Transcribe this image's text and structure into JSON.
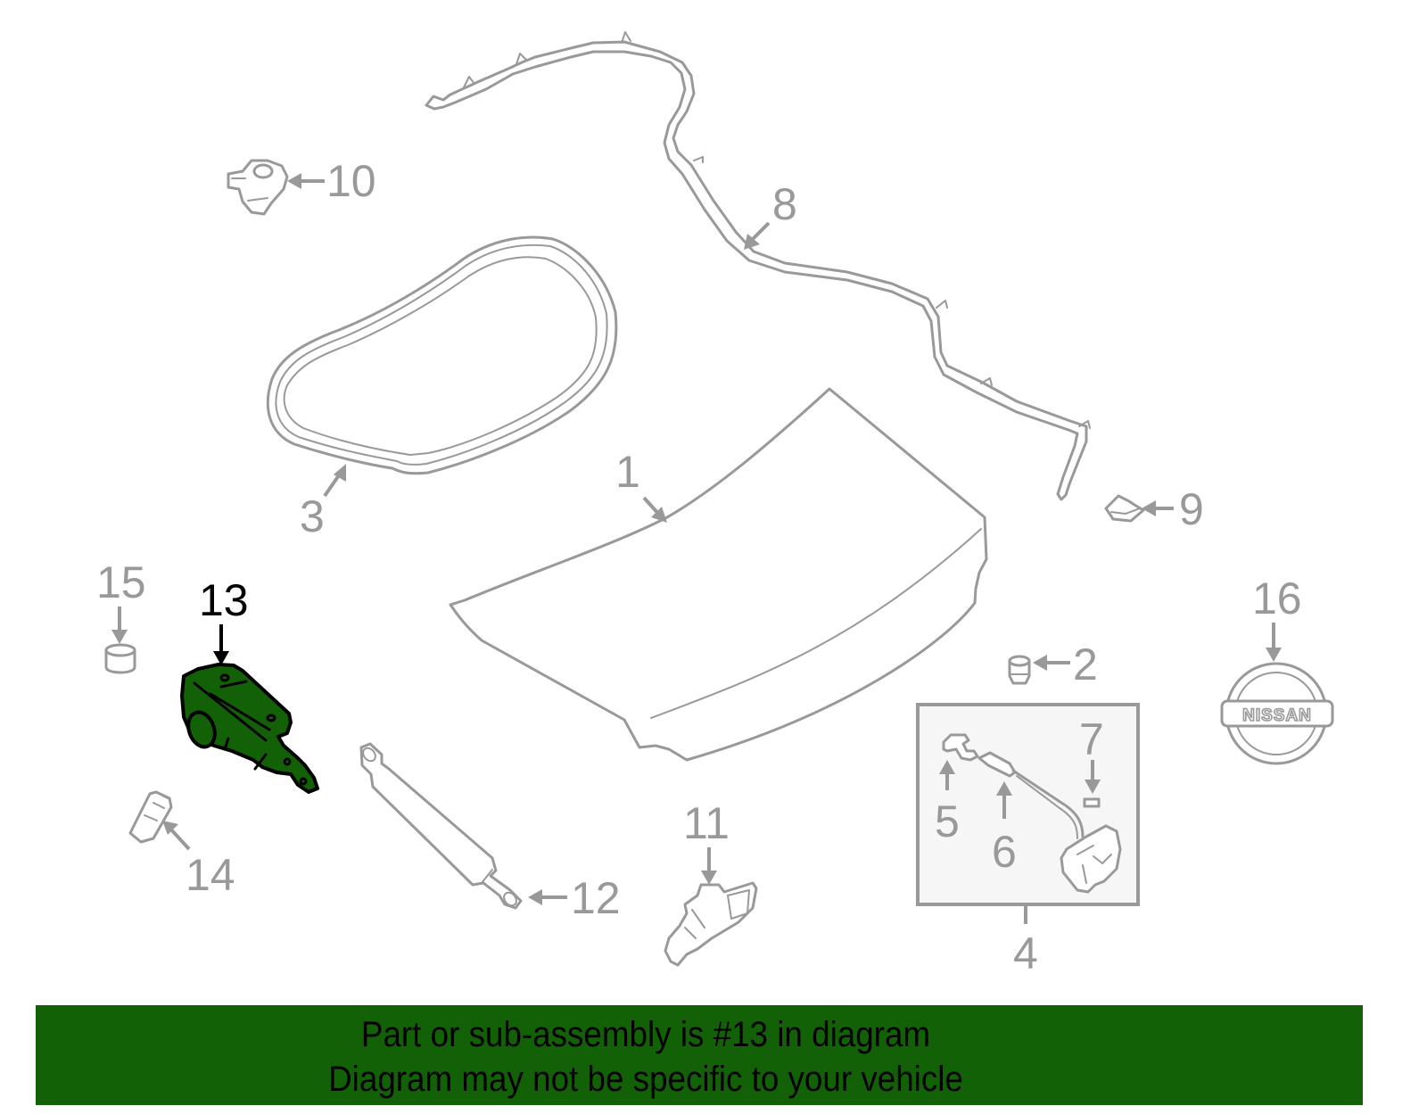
{
  "diagram": {
    "highlighted_part": "13",
    "highlight_color": "#136106",
    "line_color": "#999999",
    "callouts": [
      {
        "id": "1",
        "label": "1",
        "part": "hood-panel"
      },
      {
        "id": "2",
        "label": "2",
        "part": "bumper-stop"
      },
      {
        "id": "3",
        "label": "3",
        "part": "hood-seal"
      },
      {
        "id": "4",
        "label": "4",
        "part": "release-cable-kit"
      },
      {
        "id": "5",
        "label": "5",
        "part": "release-handle"
      },
      {
        "id": "6",
        "label": "6",
        "part": "release-cable"
      },
      {
        "id": "7",
        "label": "7",
        "part": "clip"
      },
      {
        "id": "8",
        "label": "8",
        "part": "washer-hose"
      },
      {
        "id": "9",
        "label": "9",
        "part": "hose-clip"
      },
      {
        "id": "10",
        "label": "10",
        "part": "hose-connector"
      },
      {
        "id": "11",
        "label": "11",
        "part": "hood-latch"
      },
      {
        "id": "12",
        "label": "12",
        "part": "lift-support-strut"
      },
      {
        "id": "13",
        "label": "13",
        "part": "hinge-bracket"
      },
      {
        "id": "14",
        "label": "14",
        "part": "latch-bracket"
      },
      {
        "id": "15",
        "label": "15",
        "part": "cushion"
      },
      {
        "id": "16",
        "label": "16",
        "part": "emblem"
      }
    ],
    "emblem_text": "NISSAN"
  },
  "banner": {
    "line1": "Part or sub-assembly is #13 in diagram",
    "line2": "Diagram may not be specific to your vehicle",
    "background": "#136106"
  }
}
